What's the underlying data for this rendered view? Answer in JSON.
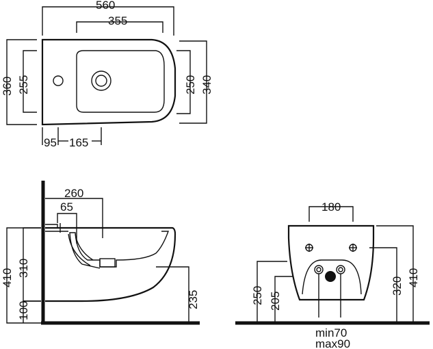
{
  "top_view": {
    "width_overall": "560",
    "bowl_width": "355",
    "depth_overall_left": "360",
    "depth_inner_left": "255",
    "depth_right_inner": "250",
    "depth_right_outer": "340",
    "hole_offset_a": "95",
    "hole_offset_b": "165"
  },
  "side_view": {
    "depth_260": "260",
    "depth_65": "65",
    "height_410": "410",
    "height_310": "310",
    "height_100": "100",
    "height_235": "235"
  },
  "front_view": {
    "width_180": "180",
    "height_250": "250",
    "height_205": "205",
    "height_320": "320",
    "height_410": "410",
    "min_label": "min70",
    "max_label": "max90"
  }
}
